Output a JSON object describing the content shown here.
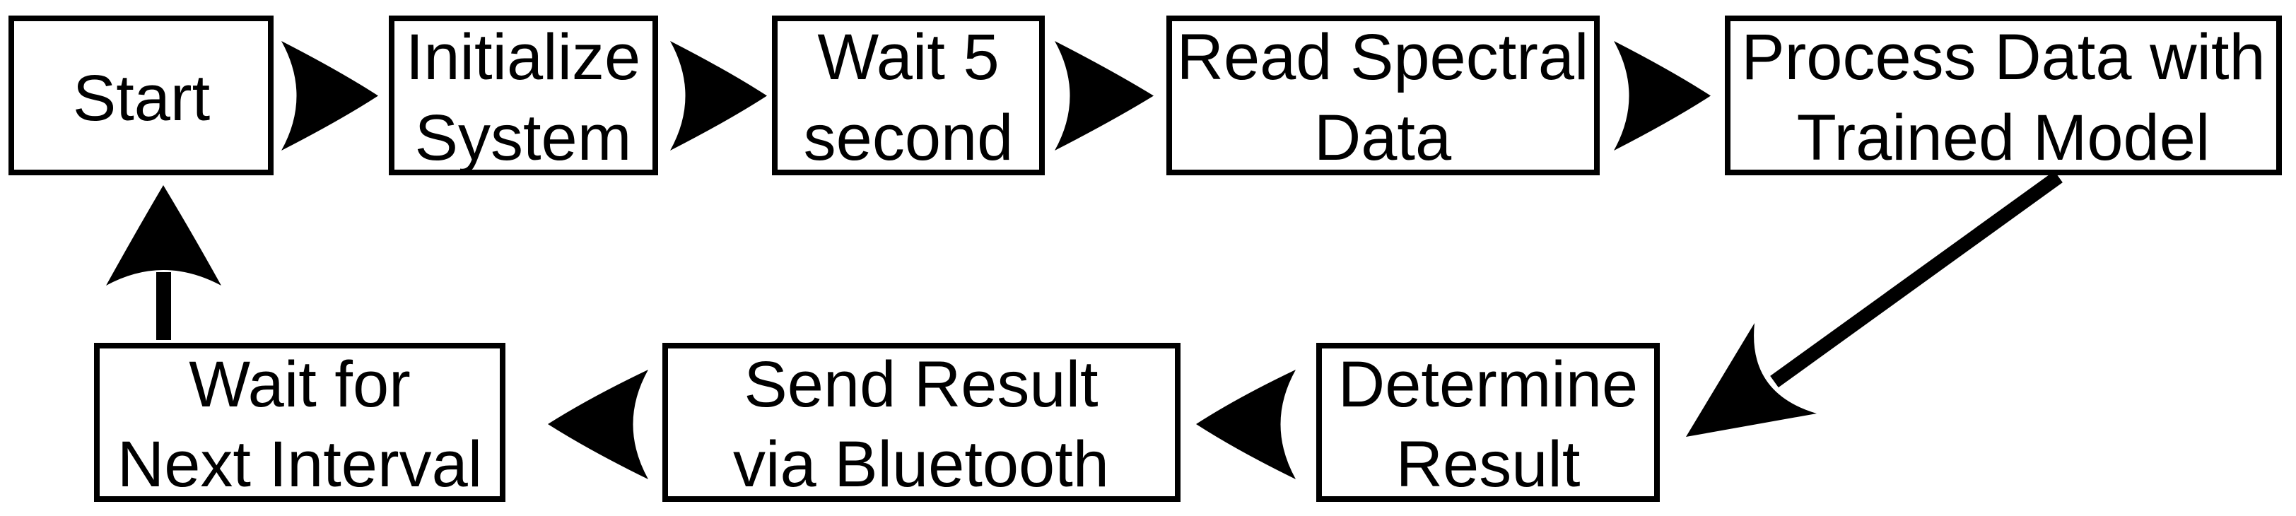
{
  "diagram": {
    "title": "Device firmware loop flowchart",
    "type": "flowchart",
    "colors": {
      "background": "#ffffff",
      "box_fill": "#ffffff",
      "box_border": "#000000",
      "text": "#000000",
      "arrow": "#000000"
    },
    "nodes": [
      {
        "id": "start",
        "label": "Start",
        "line1": "Start",
        "line2": ""
      },
      {
        "id": "initialize-system",
        "label": "Initialize System",
        "line1": "Initialize",
        "line2": "System"
      },
      {
        "id": "wait-5-second",
        "label": "Wait 5 second",
        "line1": "Wait 5",
        "line2": "second"
      },
      {
        "id": "read-spectral-data",
        "label": "Read Spectral Data",
        "line1": "Read Spectral",
        "line2": "Data"
      },
      {
        "id": "process-data",
        "label": "Process Data with Trained Model",
        "line1": "Process Data with",
        "line2": "Trained Model"
      },
      {
        "id": "determine-result",
        "label": "Determine Result",
        "line1": "Determine",
        "line2": "Result"
      },
      {
        "id": "send-result",
        "label": "Send Result via Bluetooth",
        "line1": "Send Result",
        "line2": "via Bluetooth"
      },
      {
        "id": "wait-next-interval",
        "label": "Wait for Next Interval",
        "line1": "Wait for",
        "line2": "Next Interval"
      }
    ],
    "edges": [
      {
        "from": "start",
        "to": "initialize-system",
        "direction": "right"
      },
      {
        "from": "initialize-system",
        "to": "wait-5-second",
        "direction": "right"
      },
      {
        "from": "wait-5-second",
        "to": "read-spectral-data",
        "direction": "right"
      },
      {
        "from": "read-spectral-data",
        "to": "process-data",
        "direction": "right"
      },
      {
        "from": "process-data",
        "to": "determine-result",
        "direction": "diagonal-down-left"
      },
      {
        "from": "determine-result",
        "to": "send-result",
        "direction": "left"
      },
      {
        "from": "send-result",
        "to": "wait-next-interval",
        "direction": "left"
      },
      {
        "from": "wait-next-interval",
        "to": "start",
        "direction": "up"
      }
    ]
  }
}
